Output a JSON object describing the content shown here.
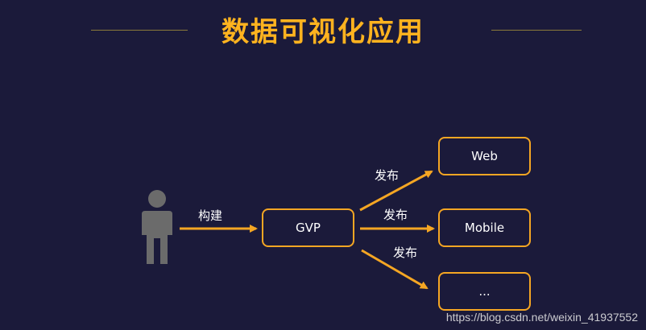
{
  "header": {
    "title": "数据可视化应用"
  },
  "diagram": {
    "actor_icon": "person-icon",
    "nodes": {
      "gvp": "GVP",
      "web": "Web",
      "mobile": "Mobile",
      "more": "..."
    },
    "edges": {
      "build": "构建",
      "publish_web": "发布",
      "publish_mobile": "发布",
      "publish_more": "发布"
    }
  },
  "colors": {
    "background": "#1b1a3a",
    "accent": "#f5a623",
    "title": "#ffb31f",
    "person": "#6b6b6b"
  },
  "watermark": "https://blog.csdn.net/weixin_41937552"
}
